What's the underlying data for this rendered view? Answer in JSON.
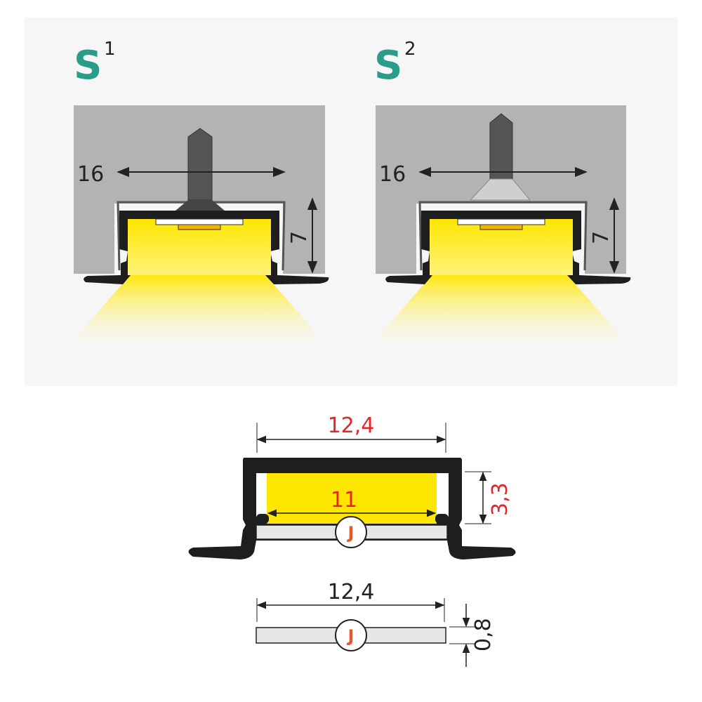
{
  "variants": [
    {
      "letter": "S",
      "index": "1",
      "width_dim": "16",
      "depth_dim": "7"
    },
    {
      "letter": "S",
      "index": "2",
      "width_dim": "16",
      "depth_dim": "7"
    }
  ],
  "profile_section": {
    "outer_width": "12,4",
    "inner_width": "11",
    "inner_height": "3,3",
    "diffuser_badge": "J"
  },
  "diffuser_section": {
    "width": "12,4",
    "thickness": "0,8",
    "diffuser_badge": "J"
  },
  "colors": {
    "accent": "#2a9d8a",
    "dimension_red": "#e2262b",
    "light": "#ffe600",
    "wall": "#b3b3b3"
  }
}
